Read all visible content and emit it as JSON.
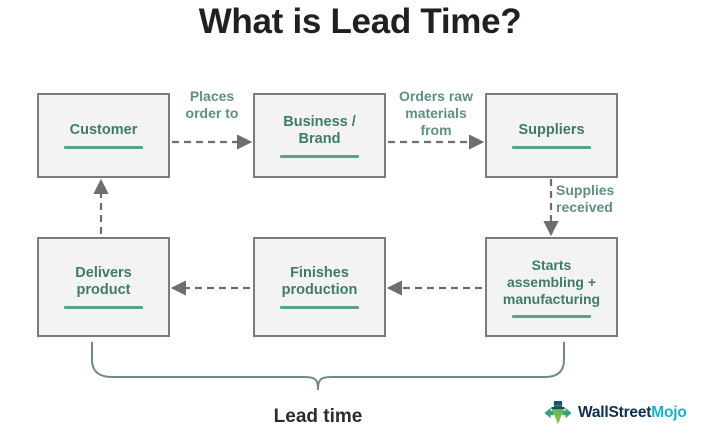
{
  "title": "What is Lead Time?",
  "colors": {
    "title_text": "#221f1f",
    "node_fill": "#f3f3f3",
    "node_border": "#7b7b7b",
    "node_text": "#3f7a6d",
    "node_rule": "#56a593",
    "edge_label_text": "#5f8f84",
    "arrow": "#6e6e6e",
    "brace": "#6f8a86",
    "brand_dark": "#0f2f4f",
    "brand_accent": "#19b3c6"
  },
  "nodes": [
    {
      "id": "customer",
      "label": "Customer"
    },
    {
      "id": "business",
      "label": "Business /\nBrand"
    },
    {
      "id": "suppliers",
      "label": "Suppliers"
    },
    {
      "id": "delivers",
      "label": "Delivers\nproduct"
    },
    {
      "id": "finishes",
      "label": "Finishes\nproduction"
    },
    {
      "id": "assembling",
      "label": "Starts\nassembling +\nmanufacturing"
    }
  ],
  "edges": [
    {
      "id": "places",
      "label": "Places\norder to",
      "from": "customer",
      "to": "business",
      "direction": "right"
    },
    {
      "id": "orders",
      "label": "Orders raw\nmaterials\nfrom",
      "from": "business",
      "to": "suppliers",
      "direction": "right"
    },
    {
      "id": "supplies",
      "label": "Supplies\nreceived",
      "from": "suppliers",
      "to": "assembling",
      "direction": "down"
    },
    {
      "id": "assembled",
      "label": "",
      "from": "assembling",
      "to": "finishes",
      "direction": "left"
    },
    {
      "id": "finished",
      "label": "",
      "from": "finishes",
      "to": "delivers",
      "direction": "left"
    },
    {
      "id": "delivered",
      "label": "",
      "from": "delivers",
      "to": "customer",
      "direction": "up"
    }
  ],
  "brace": {
    "label": "Lead time",
    "spans_from": "delivers",
    "spans_to": "assembling"
  },
  "brand": {
    "mark": "wallstreetmojo-logo-icon",
    "word_1": "WallStreet",
    "word_2": "Mojo"
  }
}
